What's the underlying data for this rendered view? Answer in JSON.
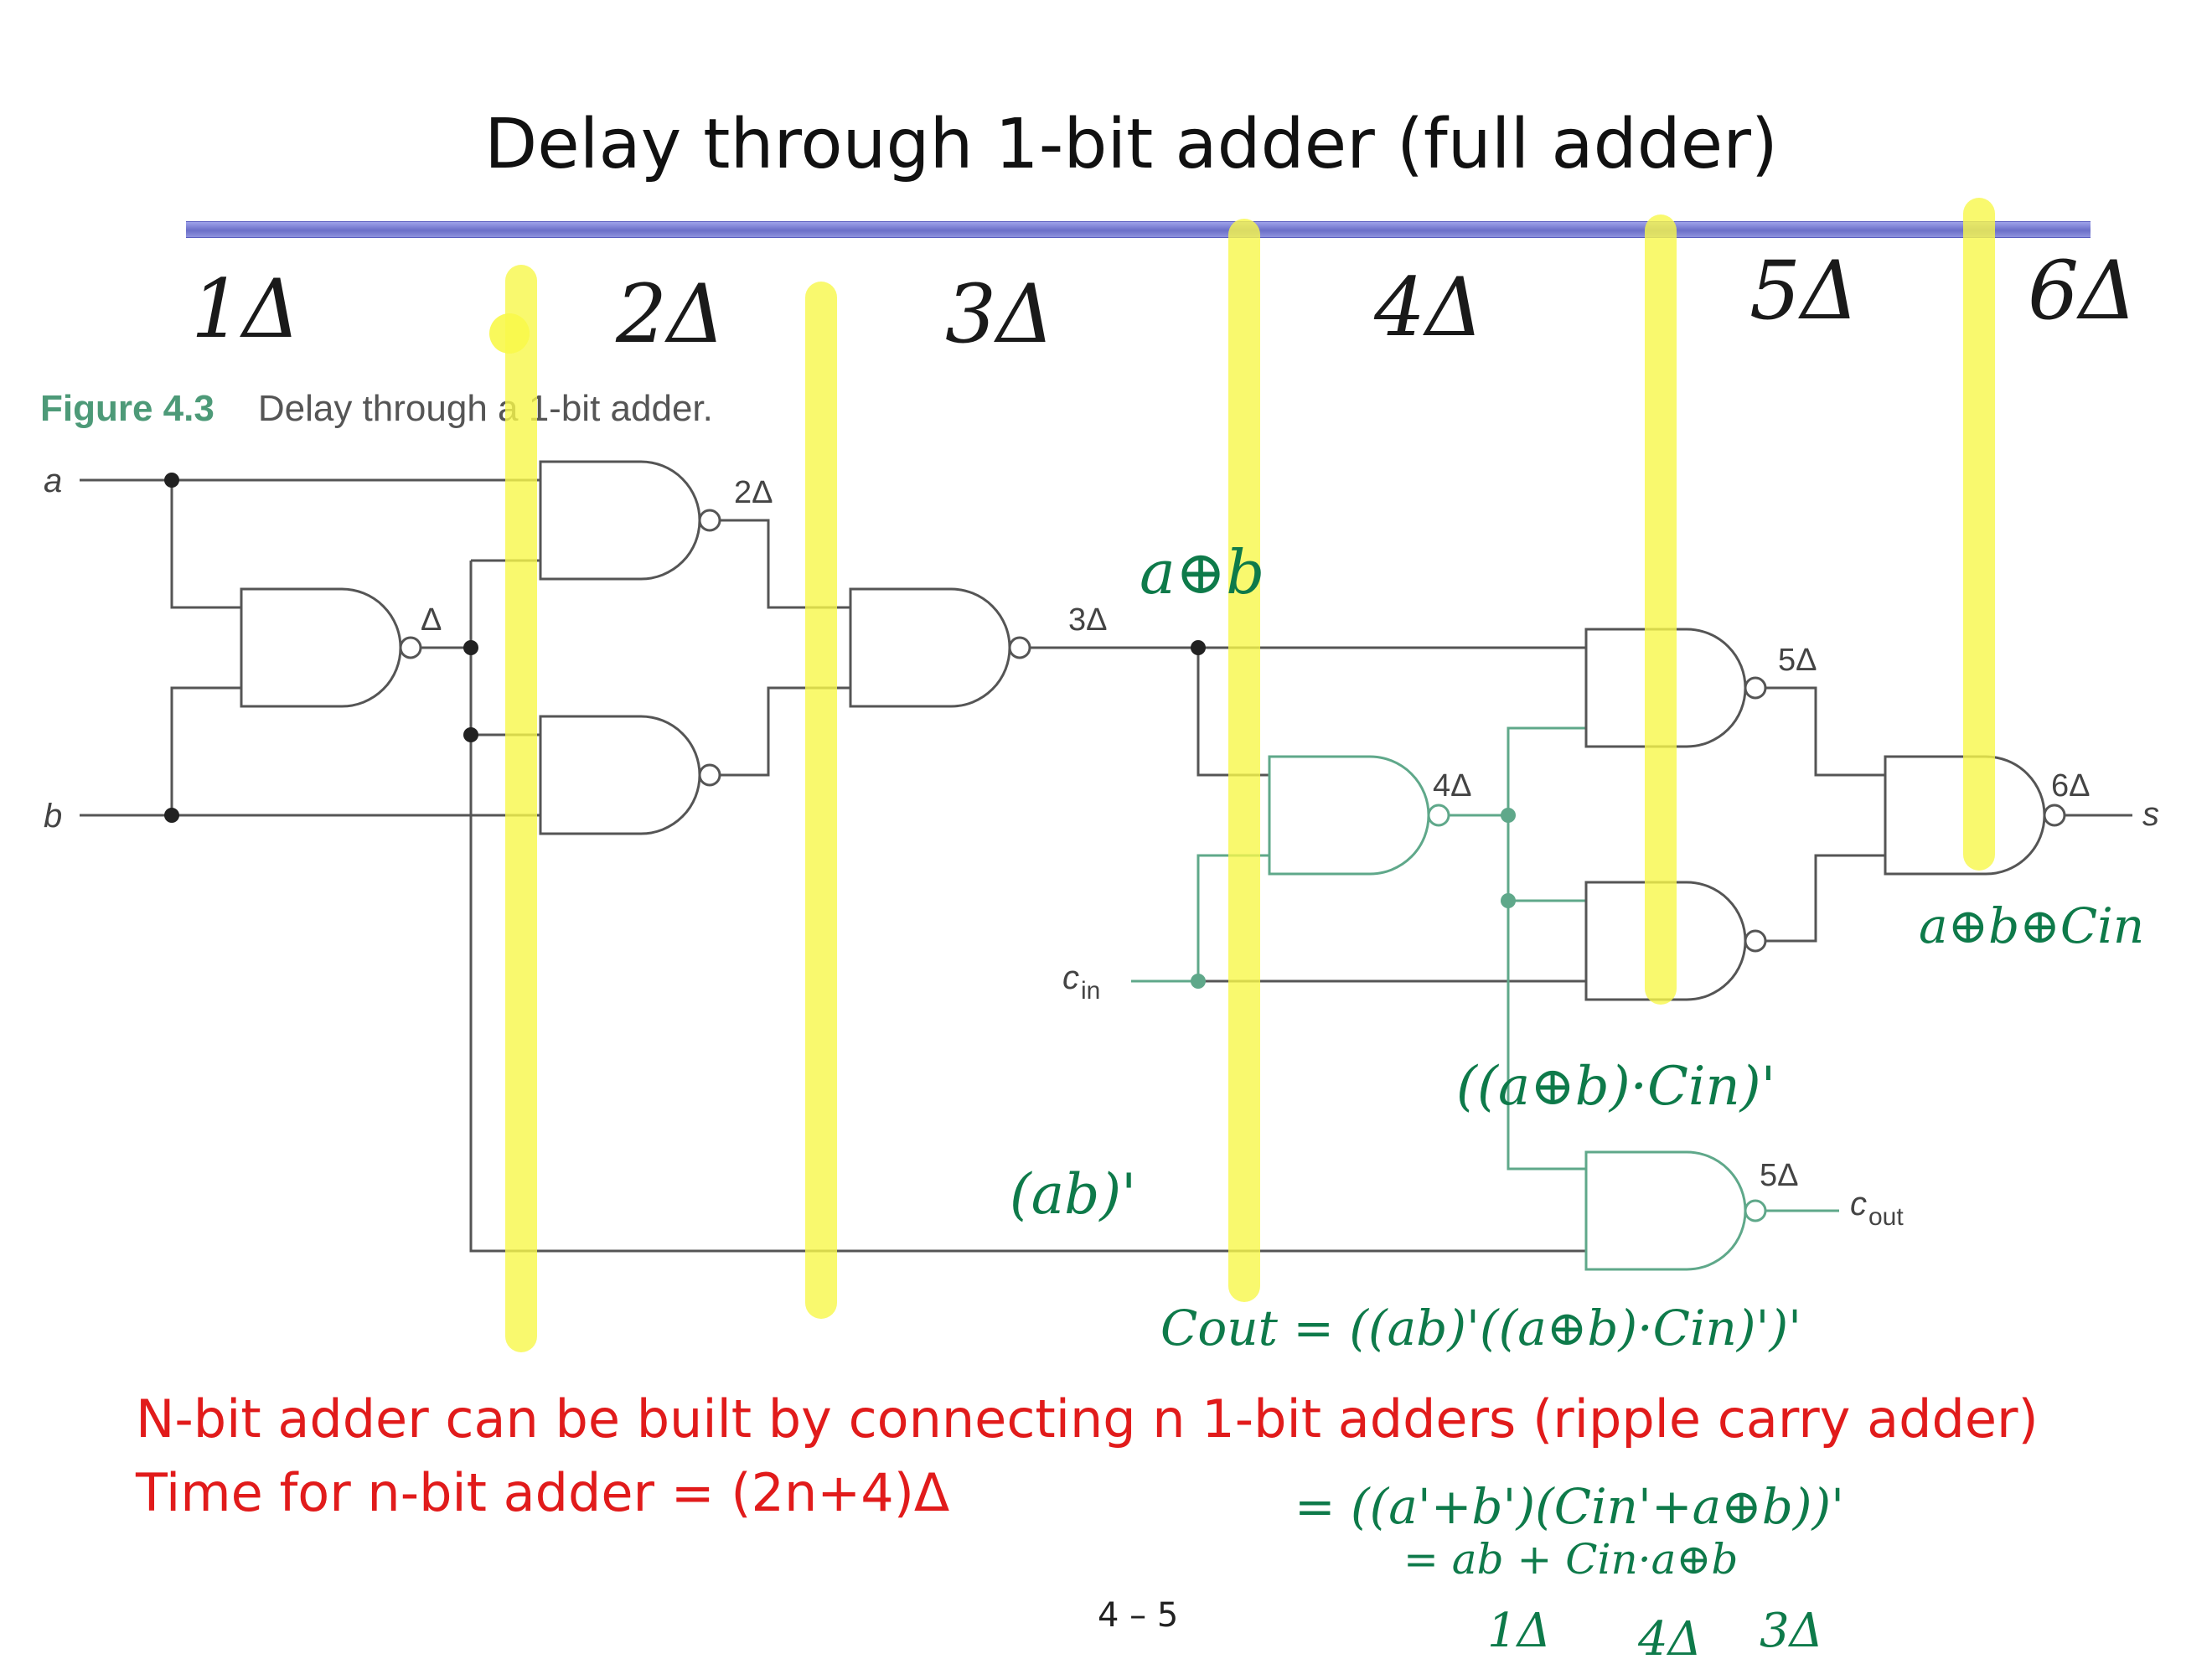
{
  "title": "Delay through 1-bit adder (full adder)",
  "figure": {
    "label": "Figure 4.3",
    "caption": "Delay through a 1-bit adder."
  },
  "inputs": {
    "a": "a",
    "b": "b",
    "cin_base": "c",
    "cin_sub": "in"
  },
  "outputs": {
    "s": "s",
    "cout_base": "c",
    "cout_sub": "out"
  },
  "gate_delays": {
    "g1": "Δ",
    "g2": "2Δ",
    "g4": "3Δ",
    "g5": "4Δ",
    "g6": "5Δ",
    "g8": "6Δ",
    "g9": "5Δ"
  },
  "stage_marks": [
    "1Δ",
    "2Δ",
    "3Δ",
    "4Δ",
    "5Δ",
    "6Δ"
  ],
  "annotations": {
    "axb": "a⊕b",
    "ab_not": "(ab)'",
    "axb_cin_not": "((a⊕b)·Cin)'",
    "sum_expr": "a⊕b⊕Cin",
    "cout_line1": "Cout = ((ab)'((a⊕b)·Cin)')'",
    "cout_line2": "= ((a'+b')(Cin'+a⊕b))'",
    "cout_line3": "= ab + Cin·a⊕b",
    "delay_1": "1Δ",
    "delay_4": "4Δ",
    "delay_3": "3Δ"
  },
  "notes": {
    "line1": "N-bit adder can be built by connecting n 1-bit adders (ripple carry adder)",
    "line2": "Time for n-bit adder = (2n+4)Δ"
  },
  "page_number": "4 – 5",
  "colors": {
    "wire": "#555555",
    "teal_wire": "#5fa88a",
    "highlight": "#f8f84a",
    "ink_green": "#0e7a4a",
    "note_red": "#e11b1b"
  }
}
